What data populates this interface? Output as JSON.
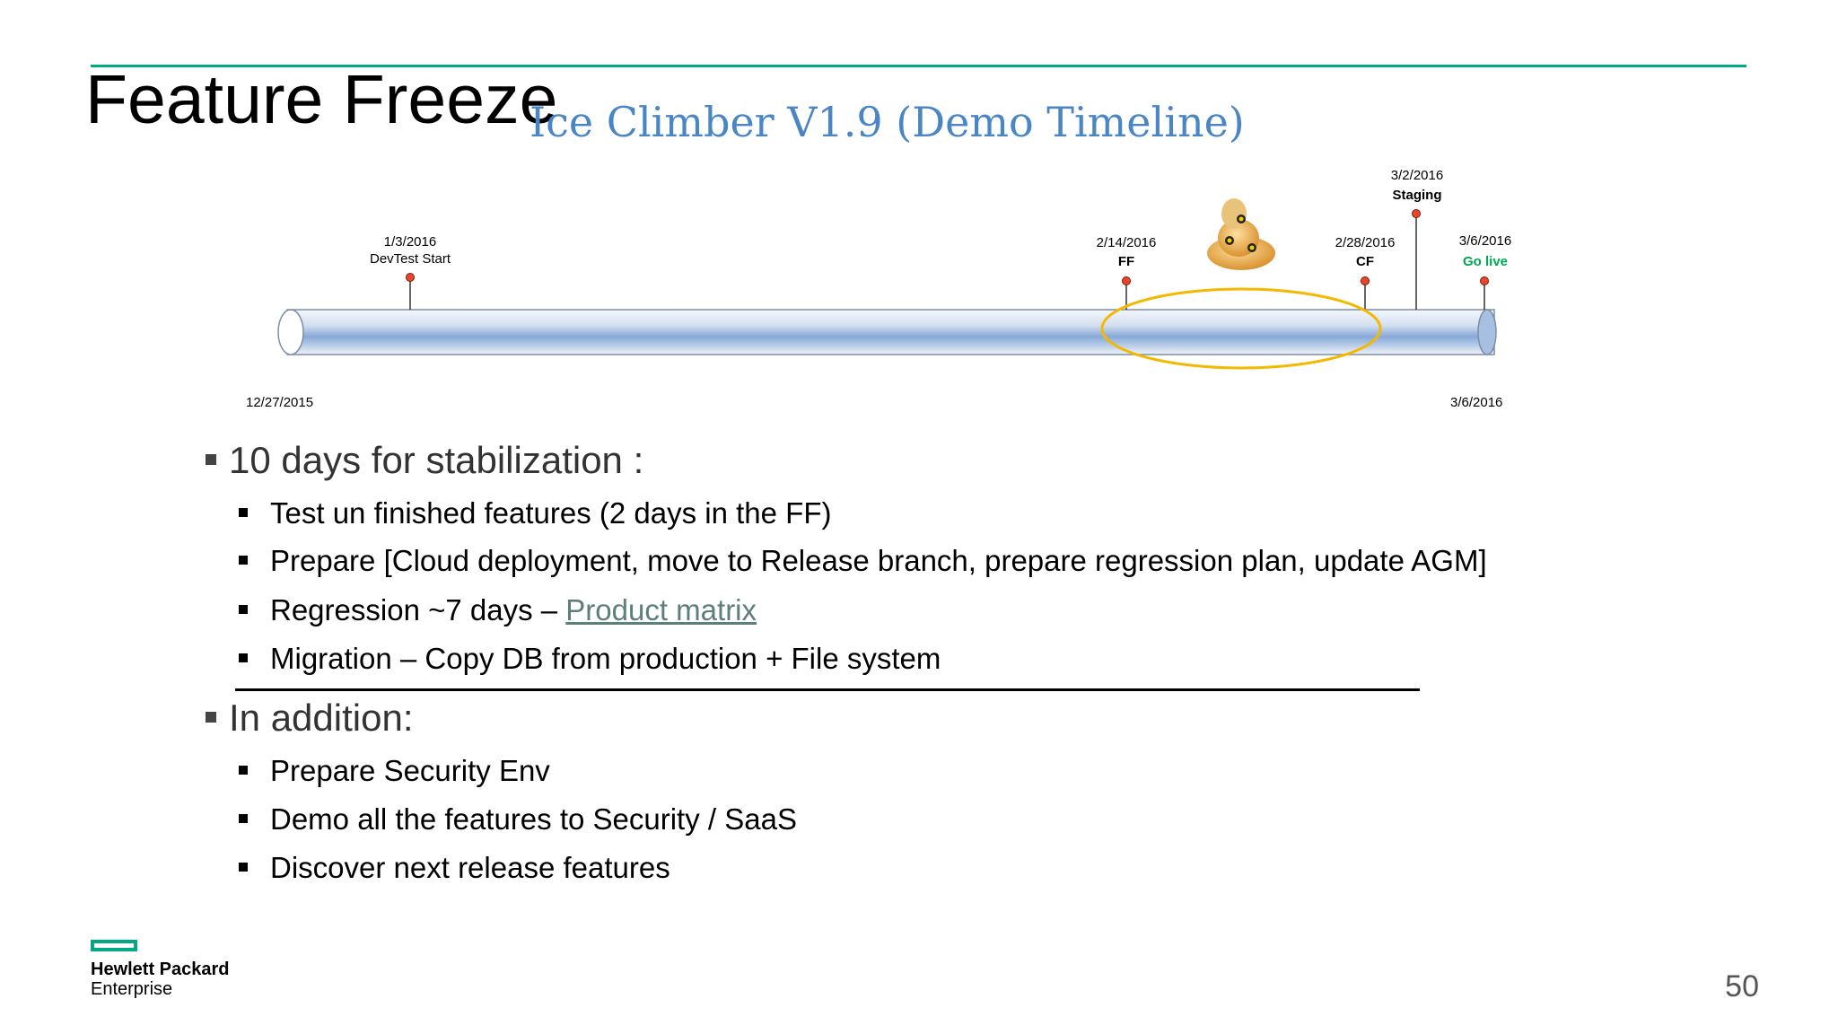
{
  "slide": {
    "title": "Feature Freeze",
    "page_number": "50"
  },
  "timeline": {
    "title": "Ice Climber V1.9 (Demo Timeline)",
    "start_label": "12/27/2015",
    "end_label": "3/6/2016",
    "milestones": [
      {
        "date": "1/3/2016",
        "label": "DevTest Start"
      },
      {
        "date": "2/14/2016",
        "label": "FF"
      },
      {
        "date": "2/28/2016",
        "label": "CF"
      },
      {
        "date": "3/2/2016",
        "label": "Staging"
      },
      {
        "date": "3/6/2016",
        "label": "Go live"
      }
    ],
    "colors": {
      "go_live": "#00a651",
      "highlight_ellipse": "#f5b800",
      "marker": "#e8462a"
    }
  },
  "content": {
    "section1": {
      "heading": "10 days for stabilization :",
      "items": [
        "Test un finished features (2 days in the FF)",
        "Prepare [Cloud deployment, move to Release branch, prepare regression plan, update AGM]"
      ],
      "regression_prefix": "Regression ~7 days – ",
      "regression_link": "Product matrix",
      "migration": "Migration – Copy DB from production + File system"
    },
    "section2": {
      "heading": "In addition:",
      "items": [
        "Prepare Security Env",
        "Demo all the features to Security / SaaS",
        "Discover next release features"
      ]
    }
  },
  "logo": {
    "name": "Hewlett Packard",
    "sub": "Enterprise",
    "color": "#01a982"
  }
}
